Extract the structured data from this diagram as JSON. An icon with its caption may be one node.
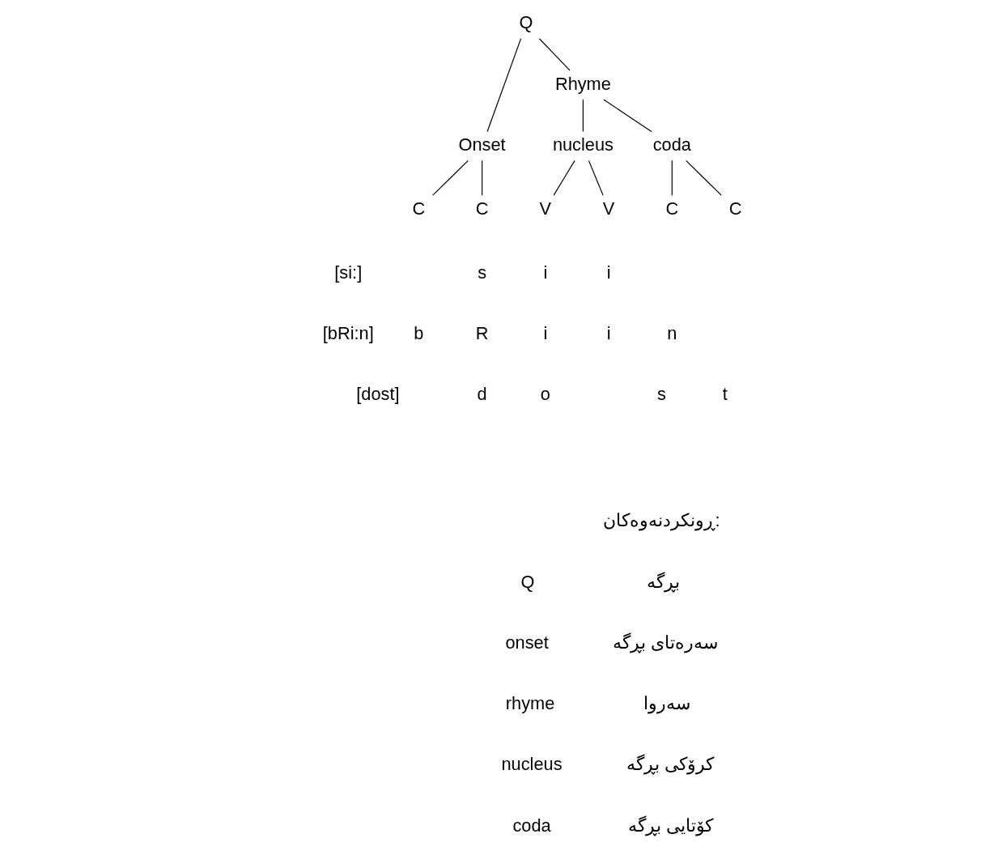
{
  "diagram": {
    "nodes": [
      {
        "text": [
          "Q"
        ]
      },
      {
        "text": [
          "Rhyme"
        ]
      },
      {
        "text": [
          "Onset"
        ]
      },
      {
        "text": [
          "nucleus"
        ]
      },
      {
        "text": [
          "coda"
        ]
      },
      {
        "text": [
          "C"
        ]
      },
      {
        "text": [
          "C"
        ]
      },
      {
        "text": [
          "V"
        ]
      },
      {
        "text": [
          "V"
        ]
      },
      {
        "text": [
          "C"
        ]
      },
      {
        "text": [
          "C"
        ]
      }
    ],
    "edges": [
      {
        "from": 0,
        "to": 2,
        "arrow": "none"
      },
      {
        "from": 0,
        "to": 1,
        "arrow": "none"
      },
      {
        "from": 1,
        "to": 3,
        "arrow": "none"
      },
      {
        "from": 1,
        "to": 4,
        "arrow": "none"
      },
      {
        "from": 2,
        "to": 5,
        "arrow": "none"
      },
      {
        "from": 2,
        "to": 6,
        "arrow": "none"
      },
      {
        "from": 3,
        "to": 7,
        "arrow": "none"
      },
      {
        "from": 3,
        "to": 8,
        "arrow": "none"
      },
      {
        "from": 4,
        "to": 9,
        "arrow": "none"
      },
      {
        "from": 4,
        "to": 10,
        "arrow": "none"
      }
    ],
    "labels": [
      "[si:]",
      "s",
      "i",
      "i",
      "[bRi:n]",
      "b",
      "R",
      "i",
      "i",
      "n",
      "[dost]",
      "d",
      "o",
      "s",
      "t",
      "ڕونکردنەوەکان:",
      "Q",
      "بڕگە",
      "onset",
      "سەرەتای بڕگە",
      "rhyme",
      "سەروا",
      "nucleus",
      "کرۆکی بڕگە",
      "coda",
      "کۆتایی بڕگە"
    ]
  }
}
